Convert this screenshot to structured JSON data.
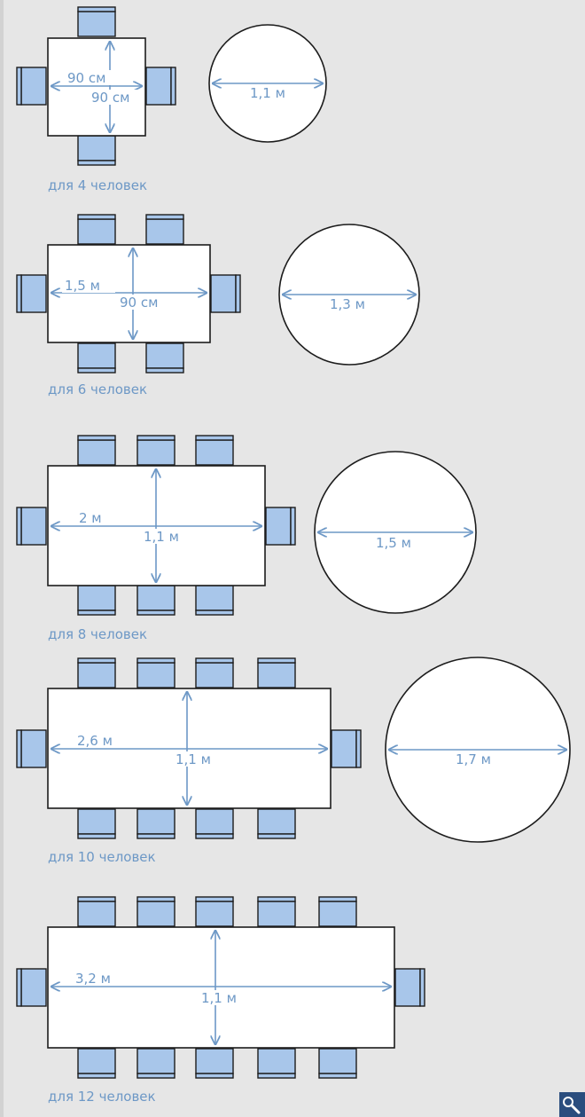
{
  "diagrams": [
    {
      "caption": "для 4 человек",
      "length_label": "90 см",
      "width_label": "90 см",
      "round_label": "1,1 м"
    },
    {
      "caption": "для 6 человек",
      "length_label": "1,5 м",
      "width_label": "90 см",
      "round_label": "1,3 м"
    },
    {
      "caption": "для 8 человек",
      "length_label": "2 м",
      "width_label": "1,1 м",
      "round_label": "1,5 м"
    },
    {
      "caption": "для 10 человек",
      "length_label": "2,6 м",
      "width_label": "1,1 м",
      "round_label": "1,7 м"
    },
    {
      "caption": "для 12 человек",
      "length_label": "3,2 м",
      "width_label": "1,1 м"
    }
  ],
  "colors": {
    "background": "#e6e6e6",
    "chair_fill": "#a8c6ea",
    "dimension_blue": "#6d98c6",
    "zoom_button": "#2a4d7e"
  },
  "icons": {
    "zoom": "magnifier-icon"
  }
}
